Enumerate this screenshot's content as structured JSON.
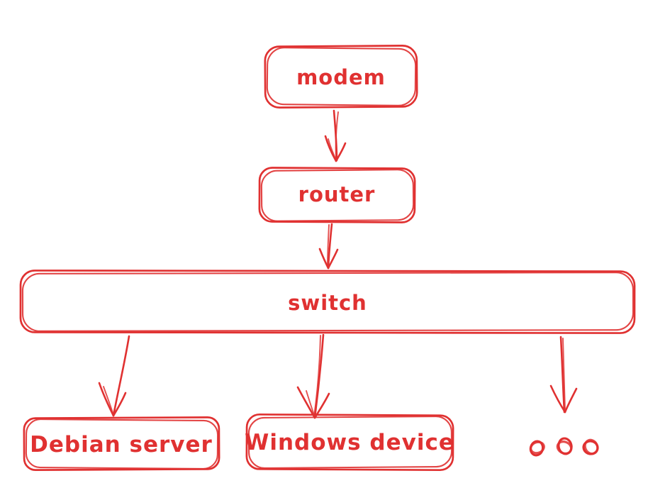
{
  "diagram": {
    "type": "flowchart",
    "style": "hand-drawn-sketch",
    "ink_color": "#e03131",
    "background_color": "#ffffff",
    "nodes": [
      {
        "id": "modem",
        "label": "modem",
        "shape": "rounded-rectangle"
      },
      {
        "id": "router",
        "label": "router",
        "shape": "rounded-rectangle"
      },
      {
        "id": "switch",
        "label": "switch",
        "shape": "rounded-rectangle"
      },
      {
        "id": "debian_server",
        "label": "Debian server",
        "shape": "rounded-rectangle"
      },
      {
        "id": "windows_device",
        "label": "Windows device",
        "shape": "rounded-rectangle"
      },
      {
        "id": "more_devices",
        "label": "",
        "shape": "ellipsis-dots",
        "icon": "ellipsis-dots-icon",
        "dot_count": 3
      }
    ],
    "edges": [
      {
        "from": "modem",
        "to": "router",
        "style": "arrow-down"
      },
      {
        "from": "router",
        "to": "switch",
        "style": "arrow-down"
      },
      {
        "from": "switch",
        "to": "debian_server",
        "style": "arrow-down"
      },
      {
        "from": "switch",
        "to": "windows_device",
        "style": "arrow-down"
      },
      {
        "from": "switch",
        "to": "more_devices",
        "style": "arrow-down"
      }
    ]
  }
}
